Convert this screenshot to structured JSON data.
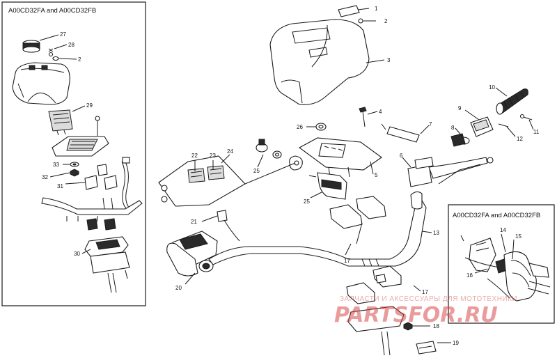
{
  "left_box": {
    "title": "A00CD32FA and A00CD32FB",
    "callouts": [
      "27",
      "28",
      "2",
      "29",
      "33",
      "32",
      "31",
      "30"
    ]
  },
  "right_box": {
    "title": "A00CD32FA and A00CD32FB",
    "callouts": [
      "14",
      "15",
      "16"
    ]
  },
  "main": {
    "callouts": [
      "1",
      "2",
      "3",
      "4",
      "5",
      "6",
      "7",
      "8",
      "9",
      "10",
      "11",
      "12",
      "13",
      "17",
      "17",
      "18",
      "19",
      "20",
      "21",
      "22",
      "23",
      "24",
      "25",
      "25",
      "26"
    ]
  },
  "watermark": {
    "tagline": "ЗАПЧАСТИ И АКСЕССУАРЫ ДЛЯ МОТОТЕХНИКИ",
    "brand": "PARTSFOR.RU"
  }
}
